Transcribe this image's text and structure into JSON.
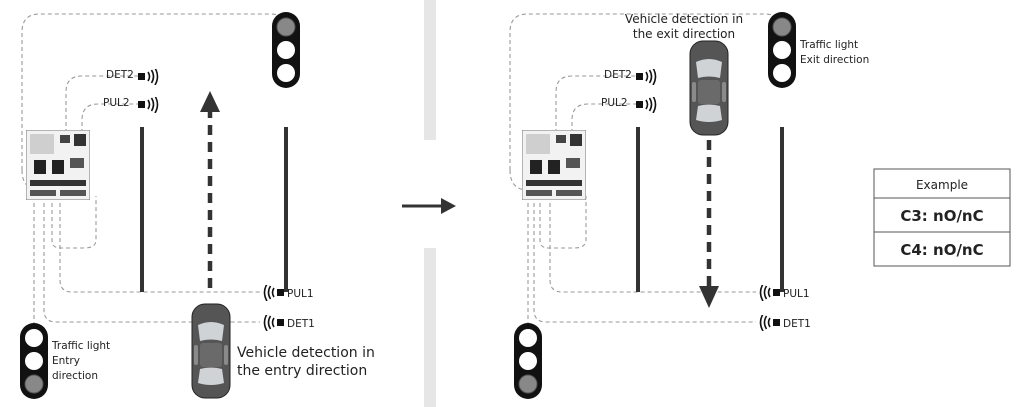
{
  "left_panel": {
    "labels": {
      "det2": "DET2",
      "pul2": "PUL2",
      "pul1": "PUL1",
      "det1": "DET1",
      "traffic_light": [
        "Traffic light",
        "Entry",
        "direction"
      ],
      "vehicle_detection": [
        "Vehicle detection in",
        "the entry direction"
      ]
    }
  },
  "right_panel": {
    "labels": {
      "det2": "DET2",
      "pul2": "PUL2",
      "pul1": "PUL1",
      "det1": "DET1",
      "traffic_light": [
        "Traffic light",
        "Exit direction"
      ],
      "vehicle_detection": [
        "Vehicle detection in",
        "the exit direction"
      ]
    }
  },
  "example_table": {
    "header": "Example",
    "rows": [
      "C3: nO/nC",
      "C4: nO/nC"
    ]
  },
  "colors": {
    "wire": "#9a9a9a",
    "barrier": "#333333",
    "car_body": "#5a5a5a",
    "divider": "#e6e6e6",
    "light_off": "#ffffff",
    "light_on": "#888888"
  }
}
